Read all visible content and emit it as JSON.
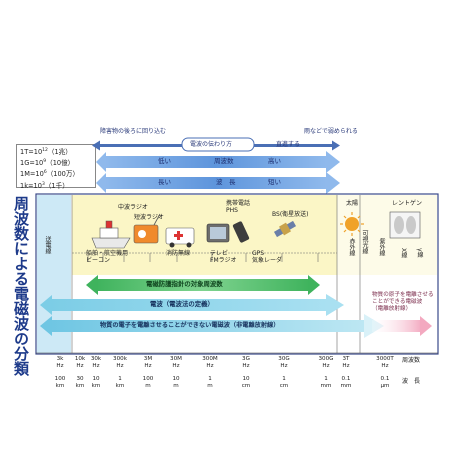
{
  "units": [
    {
      "name": "1T",
      "power": "=10",
      "exp": "12",
      "label": "（1兆）"
    },
    {
      "name": "1G",
      "power": "=10",
      "exp": "9",
      "label": "（10億）"
    },
    {
      "name": "1M",
      "power": "=10",
      "exp": "6",
      "label": "（100万）"
    },
    {
      "name": "1k",
      "power": "=10",
      "exp": "3",
      "label": "（1千）"
    }
  ],
  "vertical_title": "周波数による電磁波の分類",
  "top_arrow": {
    "left": "障害物の後ろに回り込む",
    "center": "電波の伝わり方",
    "right": "直進する",
    "far_right": "雨などで弱められる"
  },
  "freq_arrow": {
    "low": "低い",
    "center": "周波数",
    "high": "高い"
  },
  "wave_arrow": {
    "long": "長い",
    "center": "波　長",
    "short": "短い"
  },
  "bands": {
    "transmission": "送電線",
    "sun": "太陽",
    "xray": "レントゲン",
    "infrared": "赤外線",
    "visible": "可視光線",
    "ultraviolet": "紫外線",
    "x": "X線",
    "gamma": "γ線"
  },
  "devices": {
    "mw_radio": "中波ラジオ",
    "sw_radio": "短波ラジオ",
    "ship": "船舶・航空機用\nビーコン",
    "fire": "消防無線",
    "tv": "テレビ\nFMラジオ",
    "phone": "携帯電話\nPHS",
    "bs": "BS(衛星放送)",
    "gps": "GPS\n気象レーダ"
  },
  "arrows": {
    "guideline": "電磁防護指針の対象周波数",
    "radio": "電波（電波法の定義）",
    "nonionizing": "物質の電子を電離させることができない電磁波（非電離放射線）",
    "ionizing": "物質の原子を電離させる\nことができる電磁波\n（電離放射線）"
  },
  "freq_ticks": [
    "3k\nHz",
    "10k\nHz",
    "30k\nHz",
    "300k\nHz",
    "3M\nHz",
    "30M\nHz",
    "300M\nHz",
    "3G\nHz",
    "30G\nHz",
    "300G\nHz",
    "3T\nHz",
    "3000T\nHz"
  ],
  "wave_ticks": [
    "100\nkm",
    "30\nkm",
    "10\nkm",
    "1\nkm",
    "100\nm",
    "10\nm",
    "1\nm",
    "10\ncm",
    "1\ncm",
    "1\nmm",
    "0.1\nmm",
    "0.1\nμm"
  ],
  "axis_labels": {
    "freq": "周波数",
    "wave": "波　長"
  },
  "colors": {
    "accent": "#4a86d6",
    "yellow": "#fbf6c6",
    "green": "#4cc06a",
    "lightblue": "#cde9f6",
    "pink": "#f7c9d8"
  }
}
